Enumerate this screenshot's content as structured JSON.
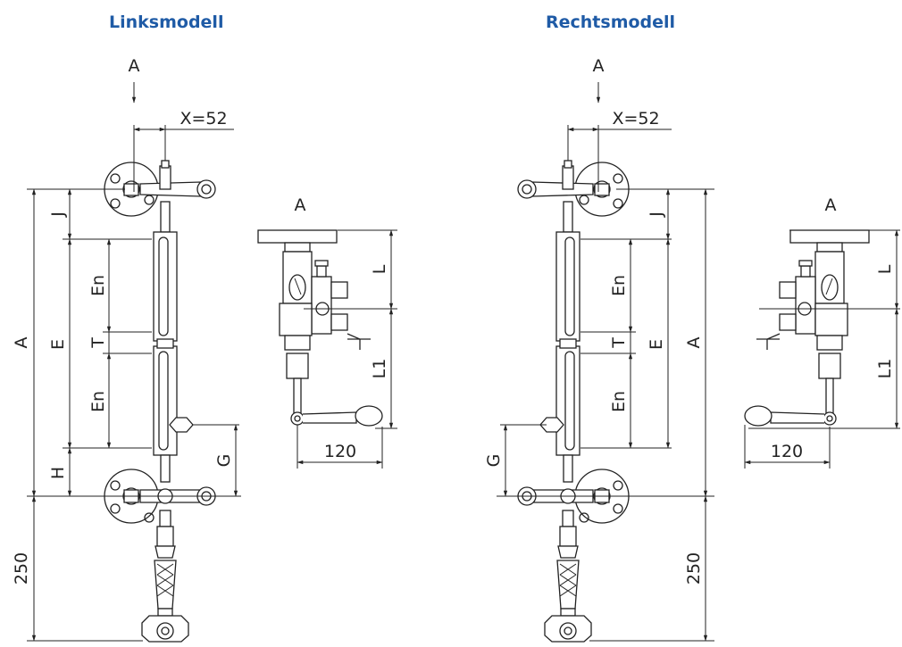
{
  "titles": {
    "left": "Linksmodell",
    "right": "Rechtsmodell"
  },
  "labels": {
    "view": "A",
    "x_offset": "X=52",
    "overall": "A",
    "j": "J",
    "en": "En",
    "t": "T",
    "e": "E",
    "h": "H",
    "g": "G",
    "l": "L",
    "l1": "L1",
    "handle": "120",
    "valve": "250"
  },
  "colors": {
    "title": "#1f5ba6",
    "line": "#222222"
  }
}
